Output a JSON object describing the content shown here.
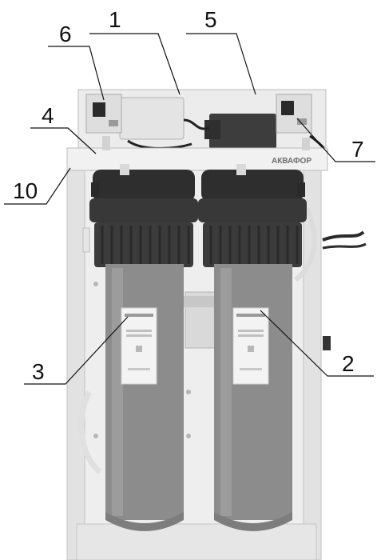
{
  "callouts": [
    "1",
    "2",
    "3",
    "4",
    "5",
    "6",
    "7",
    "10"
  ],
  "brand_label": "АКВАФОР",
  "colors": {
    "frame": "#e9e9e9",
    "frame_shadow": "#c9c9c9",
    "filter_cap": "#3a3a3a",
    "filter_housing": "#8a8a8a",
    "filter_housing_light": "#a9a9a9",
    "label_sticker": "#f4f4f4",
    "line": "#111111"
  }
}
